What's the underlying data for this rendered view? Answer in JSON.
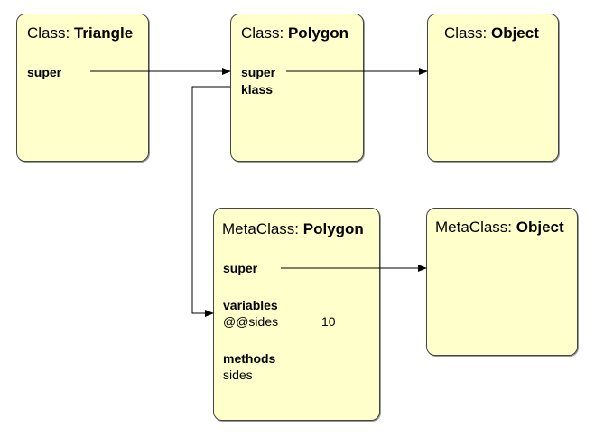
{
  "classes": {
    "triangle": {
      "prefix": "Class: ",
      "name": "Triangle",
      "field_super": "super"
    },
    "polygon": {
      "prefix": "Class: ",
      "name": "Polygon",
      "field_super": "super",
      "field_klass": "klass"
    },
    "object": {
      "prefix": "Class: ",
      "name": "Object"
    }
  },
  "metaclasses": {
    "polygon": {
      "prefix": "MetaClass: ",
      "name": "Polygon",
      "field_super": "super",
      "variables_label": "variables",
      "variable_name": "@@sides",
      "variable_value": "10",
      "methods_label": "methods",
      "method_name": "sides"
    },
    "object": {
      "prefix": "MetaClass: ",
      "name": "Object"
    }
  },
  "colors": {
    "box_fill": "#ffffcc",
    "box_border": "#444444",
    "arrow": "#000000"
  }
}
